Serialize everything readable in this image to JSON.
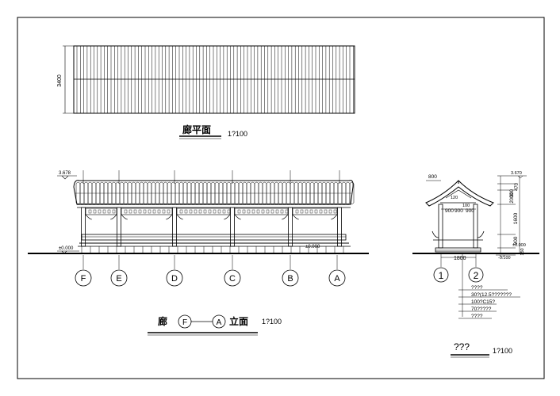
{
  "plan": {
    "title": "廊平面",
    "scale": "1?100",
    "width_dim": "3400"
  },
  "elevation": {
    "title_prefix": "廊",
    "axis_start": "F",
    "axis_end": "A",
    "title_suffix": "立面",
    "scale": "1?100",
    "roof_level": "3.678",
    "ground_level": "±0.000",
    "floor_level": "±0.000",
    "axes": [
      "F",
      "E",
      "D",
      "C",
      "B",
      "A"
    ]
  },
  "section": {
    "axes": [
      "1",
      "2"
    ],
    "dims": {
      "eave": "800",
      "d120": "120",
      "d100": "100",
      "d900a": "900",
      "d900b": "900",
      "d900c": "900",
      "span": "1800",
      "h2000": "2000",
      "h1600": "1600",
      "h900": "900",
      "h470": "470",
      "h300": "300",
      "h150": "150",
      "top_level": "3.670",
      "floor_level": "±0.000",
      "ground_level": "-0.100"
    },
    "notes": [
      "????",
      "30?(12.5???????",
      "100?C15?",
      "70?????",
      "????"
    ],
    "title": "???",
    "scale": "1?100"
  }
}
